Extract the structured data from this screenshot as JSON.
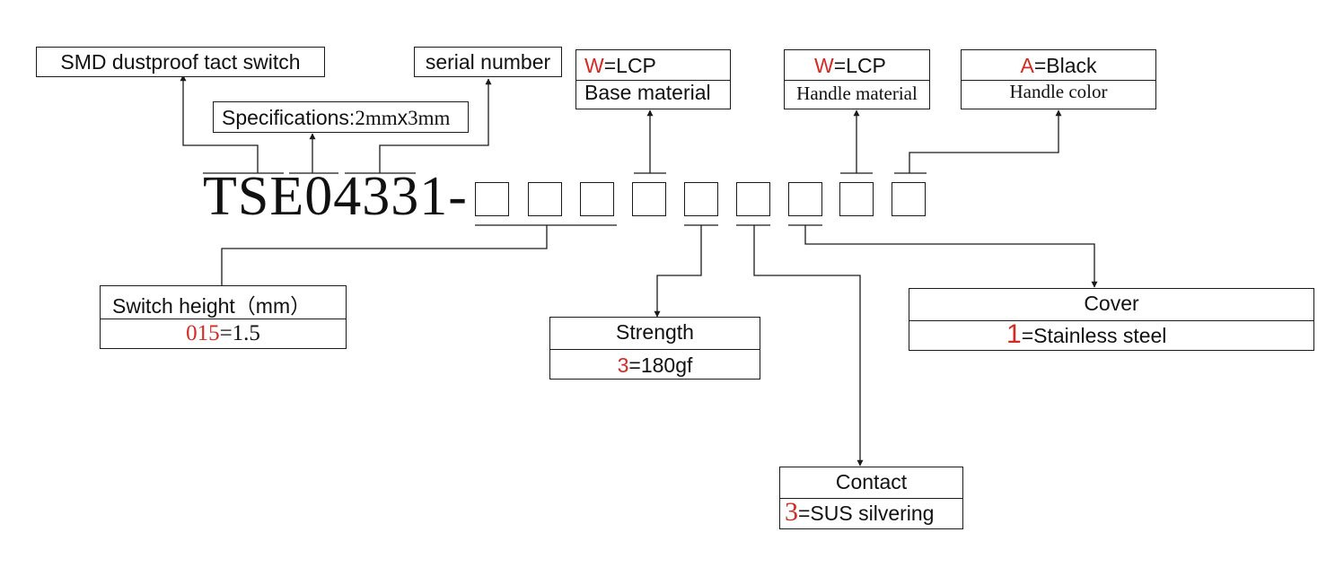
{
  "part_code": "TSE04331-",
  "slot_count": 9,
  "colors": {
    "text": "#111111",
    "highlight": "#d42a23",
    "lines": "#1a1a1a"
  },
  "labels": {
    "type": "SMD dustproof tact switch",
    "serial": "serial number",
    "specs": {
      "prefix": "Specifications:",
      "value_a": "2mm",
      "x": "x",
      "value_b": "3mm"
    },
    "base": {
      "code": "W",
      "value": "=LCP",
      "caption": "Base material"
    },
    "handle_mat": {
      "code": "W",
      "value": "=LCP",
      "caption": "Handle material"
    },
    "handle_color": {
      "code": "A",
      "value": "=Black",
      "caption": "Handle color"
    },
    "height": {
      "title": "Switch height（mm）",
      "code": "015",
      "value": "=1.5"
    },
    "strength": {
      "title": "Strength",
      "code": "3",
      "value": "=180gf"
    },
    "contact": {
      "title": "Contact",
      "code": "3",
      "value": "=SUS silvering"
    },
    "cover": {
      "title": "Cover",
      "code": "1",
      "value": "=Stainless steel"
    }
  }
}
